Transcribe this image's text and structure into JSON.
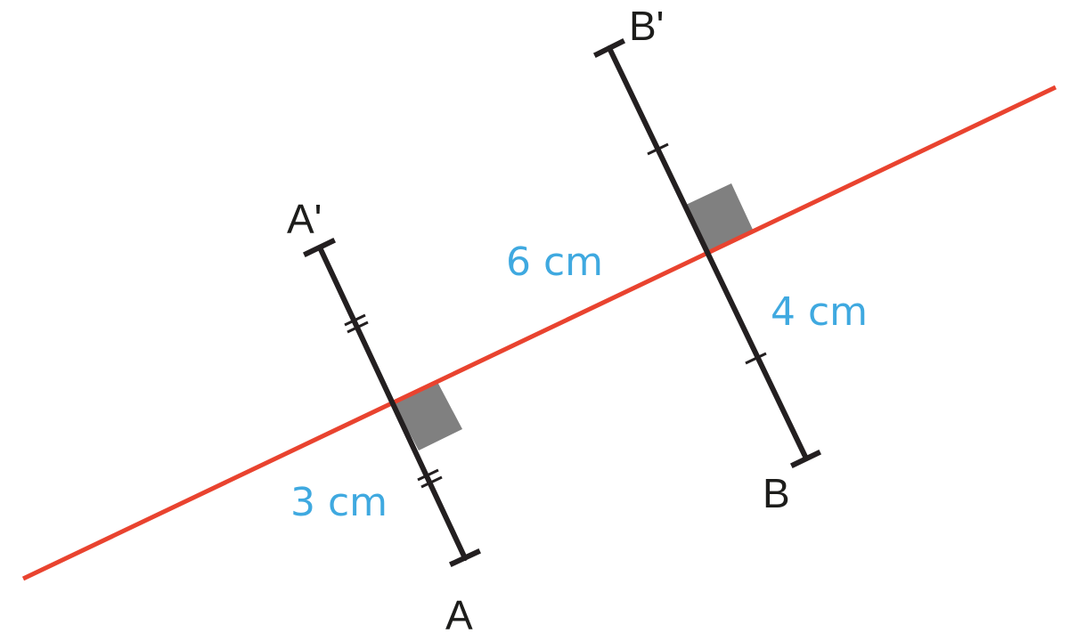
{
  "points": {
    "a_prime": "A'",
    "a": "A",
    "b_prime": "B'",
    "b": "B"
  },
  "measures": {
    "distance_a": "3 cm",
    "distance_between": "6 cm",
    "distance_b": "4 cm"
  },
  "colors": {
    "axis_line": "#e9432f",
    "segment": "#231f20",
    "right_angle_fill": "#808080",
    "measure_text": "#3fa9e0"
  }
}
